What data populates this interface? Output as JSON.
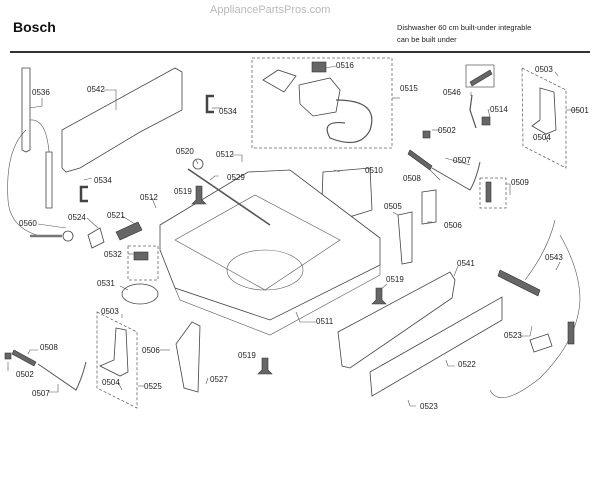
{
  "watermark": "AppliancePartsPros.com",
  "header": {
    "brand": "Bosch",
    "description_line1": "Dishwasher 60 cm built-under integrable",
    "description_line2": "can be built under"
  },
  "parts": [
    {
      "id": "p0536",
      "label": "0536"
    },
    {
      "id": "p0542",
      "label": "0542"
    },
    {
      "id": "p0534a",
      "label": "0534"
    },
    {
      "id": "p0516",
      "label": "0516"
    },
    {
      "id": "p0515",
      "label": "0515"
    },
    {
      "id": "p0546",
      "label": "0546"
    },
    {
      "id": "p0514",
      "label": "0514"
    },
    {
      "id": "p0503a",
      "label": "0503"
    },
    {
      "id": "p0501",
      "label": "0501"
    },
    {
      "id": "p0504a",
      "label": "0504"
    },
    {
      "id": "p0502a",
      "label": "0502"
    },
    {
      "id": "p0520",
      "label": "0520"
    },
    {
      "id": "p0512a",
      "label": "0512"
    },
    {
      "id": "p0529",
      "label": "0529"
    },
    {
      "id": "p0519a",
      "label": "0519"
    },
    {
      "id": "p0534b",
      "label": "0534"
    },
    {
      "id": "p0512b",
      "label": "0512"
    },
    {
      "id": "p0510",
      "label": "0510"
    },
    {
      "id": "p0507a",
      "label": "0507"
    },
    {
      "id": "p0508a",
      "label": "0508"
    },
    {
      "id": "p0509",
      "label": "0509"
    },
    {
      "id": "p0560",
      "label": "0560"
    },
    {
      "id": "p0524",
      "label": "0524"
    },
    {
      "id": "p0521",
      "label": "0521"
    },
    {
      "id": "p0505",
      "label": "0505"
    },
    {
      "id": "p0506a",
      "label": "0506"
    },
    {
      "id": "p0532",
      "label": "0532"
    },
    {
      "id": "p0531",
      "label": "0531"
    },
    {
      "id": "p0519b",
      "label": "0519"
    },
    {
      "id": "p0541",
      "label": "0541"
    },
    {
      "id": "p0543",
      "label": "0543"
    },
    {
      "id": "p0503b",
      "label": "0503"
    },
    {
      "id": "p0511",
      "label": "0511"
    },
    {
      "id": "p0523a",
      "label": "0523"
    },
    {
      "id": "p0508b",
      "label": "0508"
    },
    {
      "id": "p0506b",
      "label": "0506"
    },
    {
      "id": "p0502b",
      "label": "0502"
    },
    {
      "id": "p0504b",
      "label": "0504"
    },
    {
      "id": "p0525",
      "label": "0525"
    },
    {
      "id": "p0527",
      "label": "0527"
    },
    {
      "id": "p0519c",
      "label": "0519"
    },
    {
      "id": "p0522",
      "label": "0522"
    },
    {
      "id": "p0507b",
      "label": "0507"
    },
    {
      "id": "p0523b",
      "label": "0523"
    }
  ]
}
